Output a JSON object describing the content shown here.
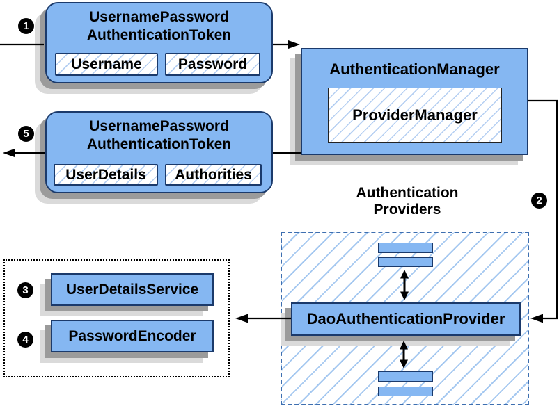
{
  "badges": {
    "step1": "1",
    "step2": "2",
    "step3": "3",
    "step4": "4",
    "step5": "5"
  },
  "nodes": {
    "request_token": {
      "title_line1": "UsernamePassword",
      "title_line2": "AuthenticationToken",
      "fields": [
        "Username",
        "Password"
      ]
    },
    "authentication_manager": {
      "title": "AuthenticationManager",
      "inner": "ProviderManager"
    },
    "response_token": {
      "title_line1": "UsernamePassword",
      "title_line2": "AuthenticationToken",
      "fields": [
        "UserDetails",
        "Authorities"
      ]
    },
    "authentication_providers": {
      "label_line1": "Authentication",
      "label_line2": "Providers"
    },
    "dao_authentication_provider": {
      "title": "DaoAuthenticationProvider"
    },
    "user_details_service": {
      "title": "UserDetailsService"
    },
    "password_encoder": {
      "title": "PasswordEncoder"
    }
  },
  "colors": {
    "node_fill": "#85b7f2",
    "node_border": "#1b3a6b",
    "hatch_line": "#aecdf3",
    "dashed_border": "#3e6fb0",
    "dotted_border": "#000000",
    "shadow_dark": "#9b9b9b",
    "shadow_light": "#dadada",
    "connector": "#000000",
    "badge_bg": "#000000",
    "badge_text": "#ffffff"
  }
}
